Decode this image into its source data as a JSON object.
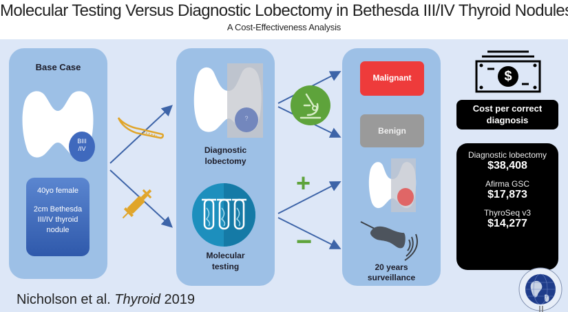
{
  "header": {
    "title": "Molecular Testing Versus Diagnostic Lobectomy in Bethesda III/IV Thyroid Nodules",
    "subtitle": "A Cost-Effectiveness Analysis"
  },
  "base_case": {
    "label": "Base Case",
    "nodule_label_line1": "BIII",
    "nodule_label_line2": "/IV",
    "patient_line1": "40yo female",
    "patient_line2": "2cm Bethesda",
    "patient_line3": "III/IV thyroid",
    "patient_line4": "nodule"
  },
  "strategies": {
    "lobectomy_line1": "Diagnostic",
    "lobectomy_line2": "lobectomy",
    "nodule_unknown": "?",
    "molecular_line1": "Molecular",
    "molecular_line2": "testing"
  },
  "outcomes": {
    "malignant": "Malignant",
    "benign": "Benign",
    "positive_sign": "+",
    "negative_sign": "−",
    "surveillance_line1": "20 years",
    "surveillance_line2": "surveillance"
  },
  "cost": {
    "title_line1": "Cost per correct",
    "title_line2": "diagnosis",
    "items": [
      {
        "name": "Diagnostic lobectomy",
        "value": "$38,408"
      },
      {
        "name": "Afirma GSC",
        "value": "$17,873"
      },
      {
        "name": "ThyroSeq v3",
        "value": "$14,277"
      }
    ],
    "money_symbol": "$"
  },
  "citation": {
    "authors": "Nicholson et al. ",
    "journal": "Thyroid",
    "year": " 2019"
  },
  "colors": {
    "background": "#dde7f7",
    "panel": "#9dc0e6",
    "arrow": "#3d64a8",
    "malignant": "#ee3b3b",
    "benign": "#9a9a9a",
    "tool_gold": "#e0a52a",
    "microscope_green": "#5ea33b"
  }
}
